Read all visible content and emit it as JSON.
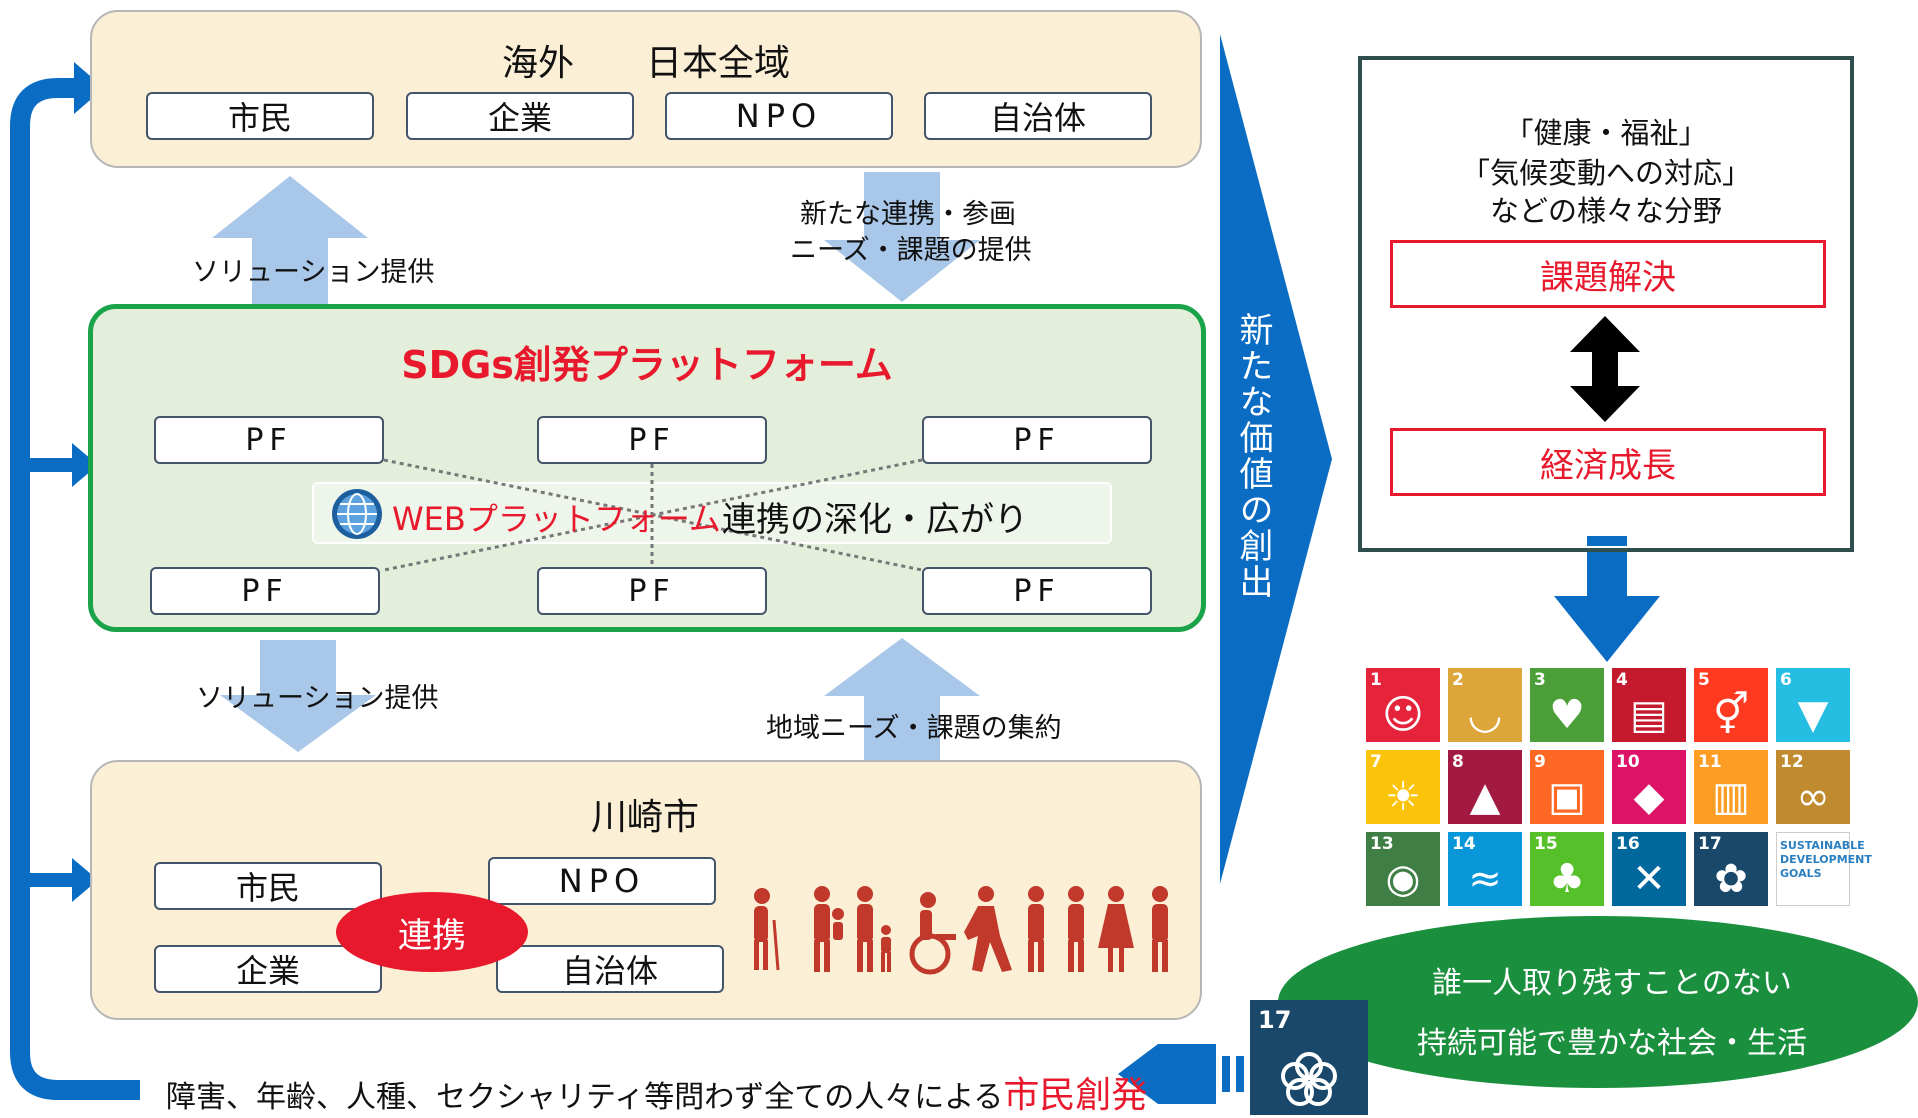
{
  "top_region": {
    "title": "海外　　日本全域",
    "actors": [
      "市民",
      "企業",
      "NPO",
      "自治体"
    ]
  },
  "arrows": {
    "solution_up": "ソリューション提供",
    "new_collab_line1": "新たな連携・参画",
    "new_collab_line2": "ニーズ・課題の提供",
    "solution_down": "ソリューション提供",
    "regional_needs": "地域ニーズ・課題の集約"
  },
  "platform": {
    "title": "SDGs創発プラットフォーム",
    "pf_label": "PF",
    "web_platform": "WEBプラットフォーム",
    "deepening": "連携の深化・広がり"
  },
  "kawasaki": {
    "title": "川崎市",
    "actors": [
      "市民",
      "NPO",
      "企業",
      "自治体"
    ],
    "collaboration": "連携"
  },
  "value_creation": "新たな価値の創出",
  "fields": {
    "line1": "「健康・福祉」",
    "line2": "「気候変動への対応」",
    "line3": "などの様々な分野",
    "problem_solving": "課題解決",
    "economic_growth": "経済成長"
  },
  "sdgs": {
    "goals": [
      {
        "num": "1",
        "color": "#e5243b",
        "icon": "people-icon"
      },
      {
        "num": "2",
        "color": "#dda63a",
        "icon": "bowl-icon"
      },
      {
        "num": "3",
        "color": "#4c9f38",
        "icon": "heartbeat-icon"
      },
      {
        "num": "4",
        "color": "#c5192d",
        "icon": "book-icon"
      },
      {
        "num": "5",
        "color": "#ff3a21",
        "icon": "gender-icon"
      },
      {
        "num": "6",
        "color": "#26bde2",
        "icon": "water-drop-icon"
      },
      {
        "num": "7",
        "color": "#fcc30b",
        "icon": "sun-icon"
      },
      {
        "num": "8",
        "color": "#a21942",
        "icon": "growth-chart-icon"
      },
      {
        "num": "9",
        "color": "#fd6925",
        "icon": "cubes-icon"
      },
      {
        "num": "10",
        "color": "#dd1367",
        "icon": "equality-icon"
      },
      {
        "num": "11",
        "color": "#fd9d24",
        "icon": "city-icon"
      },
      {
        "num": "12",
        "color": "#bf8b2e",
        "icon": "infinity-icon"
      },
      {
        "num": "13",
        "color": "#3f7e44",
        "icon": "eye-globe-icon"
      },
      {
        "num": "14",
        "color": "#0a97d9",
        "icon": "fish-icon"
      },
      {
        "num": "15",
        "color": "#56c02b",
        "icon": "tree-icon"
      },
      {
        "num": "16",
        "color": "#00689d",
        "icon": "dove-icon"
      },
      {
        "num": "17",
        "color": "#19486a",
        "icon": "flower-icon"
      }
    ],
    "goals_label": "SUSTAINABLE DEVELOPMENT GOALS"
  },
  "society": {
    "line1": "誰一人取り残すことのない",
    "line2": "持続可能で豊かな社会・生活"
  },
  "bottom": {
    "text": "障害、年齢、人種、セクシャリティ等問わず全ての人々による",
    "highlight": "市民創発",
    "goal17_num": "17"
  },
  "colors": {
    "blue": "#0b6cc4",
    "light_blue": "#a9c7e8",
    "red": "#e8192c",
    "green": "#1aa34a",
    "cream": "#fbefd6",
    "platform_bg": "#e3efda"
  }
}
